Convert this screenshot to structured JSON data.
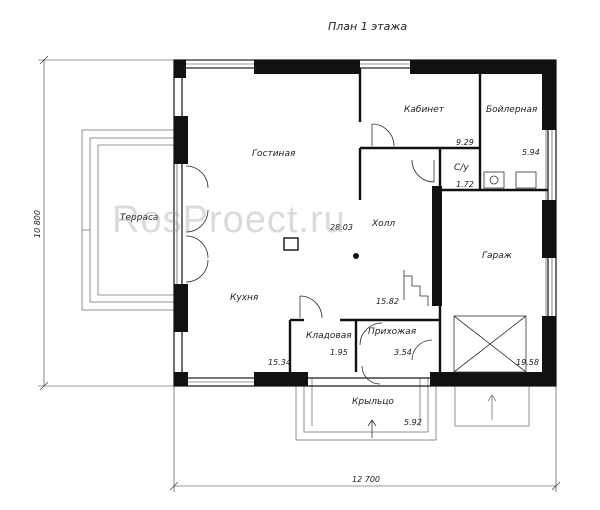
{
  "title": "План 1 этажа",
  "watermark": "RosProect.ru",
  "dimensions": {
    "width": "12 700",
    "height": "10 800"
  },
  "rooms": {
    "living": {
      "name": "Гостиная",
      "area": "28.03"
    },
    "hall": {
      "name": "Холл",
      "area": "15.82"
    },
    "office": {
      "name": "Кабинет",
      "area": "9.29"
    },
    "boiler": {
      "name": "Бойлерная",
      "area": "5.94"
    },
    "wc": {
      "name": "С/у",
      "area": "1.72"
    },
    "garage": {
      "name": "Гараж",
      "area": "19.58"
    },
    "kitchen": {
      "name": "Кухня",
      "area": "15.34"
    },
    "pantry": {
      "name": "Кладовая",
      "area": "1.95"
    },
    "entry": {
      "name": "Прихожая",
      "area": "3.54"
    },
    "porch": {
      "name": "Крыльцо",
      "area": "5.92"
    },
    "terrace": {
      "name": "Терраса"
    }
  },
  "colors": {
    "wall": "#111111",
    "line": "#333333",
    "thin": "#777777"
  }
}
